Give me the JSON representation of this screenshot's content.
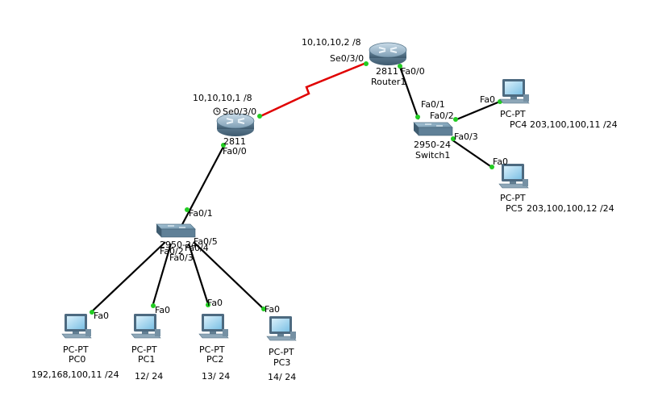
{
  "colors": {
    "serial_link": "#e00000",
    "ethernet_link": "#000000",
    "port_up": "#22cc22",
    "background": "#ffffff"
  },
  "devices": {
    "router0": {
      "model": "2811",
      "name_partial": "",
      "se_port": "Se0/3/0",
      "se_ip": "10,10,10,1 /8",
      "fa_port": "Fa0/0",
      "icon": "router-icon"
    },
    "router1": {
      "model": "2811",
      "name": "Router1",
      "se_port": "Se0/3/0",
      "se_ip": "10,10,10,2 /8",
      "fa_port": "Fa0/0",
      "icon": "router-icon"
    },
    "switch0": {
      "model": "2950-24",
      "fa1": "Fa0/1",
      "fa2": "Fa0/2",
      "fa3": "Fa0/3",
      "fa4": "Fa0/4",
      "fa5": "Fa0/5",
      "icon": "switch-icon"
    },
    "switch1": {
      "model": "2950-24",
      "name": "Switch1",
      "fa1": "Fa0/1",
      "fa2": "Fa0/2",
      "fa3": "Fa0/3",
      "icon": "switch-icon"
    },
    "pc0": {
      "type": "PC-PT",
      "name": "PC0",
      "port": "Fa0",
      "ip": "192,168,100,11 /24"
    },
    "pc1": {
      "type": "PC-PT",
      "name": "PC1",
      "port": "Fa0",
      "ip": "12/ 24"
    },
    "pc2": {
      "type": "PC-PT",
      "name": "PC2",
      "port": "Fa0",
      "ip": "13/ 24"
    },
    "pc3": {
      "type": "PC-PT",
      "name": "PC3",
      "port": "Fa0",
      "ip": "14/ 24"
    },
    "pc4": {
      "type": "PC-PT",
      "name": "PC4",
      "port": "Fa0",
      "ip": "203,100,100,11 /24"
    },
    "pc5": {
      "type": "PC-PT",
      "name": "PC5",
      "port": "Fa0",
      "ip": "203,100,100,12 /24"
    }
  },
  "clock_icon": "clock-icon"
}
